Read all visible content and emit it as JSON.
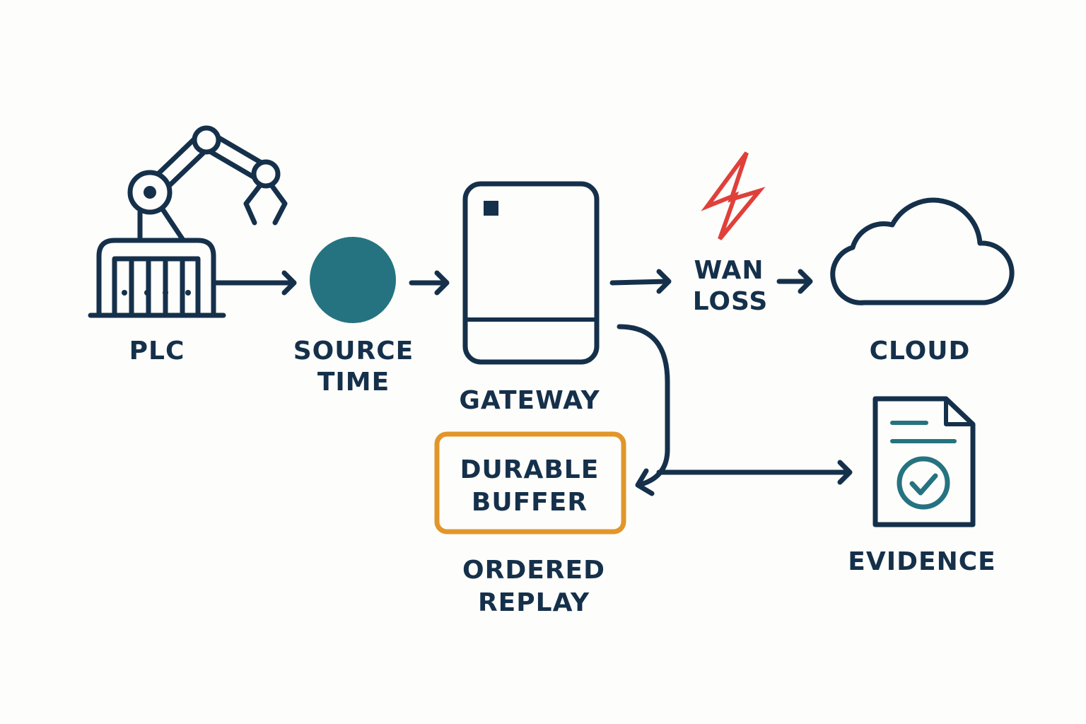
{
  "colors": {
    "ink": "#15304a",
    "teal": "#257380",
    "alert": "#e0403a",
    "buffer": "#e2962a"
  },
  "nodes": {
    "plc": {
      "label": "PLC",
      "icon": "robot-arm-plc-icon"
    },
    "source_time": {
      "line1": "SOURCE",
      "line2": "TIME",
      "icon": "timestamp-dot-icon"
    },
    "gateway": {
      "label": "GATEWAY",
      "icon": "gateway-device-icon"
    },
    "wan_loss": {
      "line1": "WAN",
      "line2": "LOSS",
      "icon": "lightning-bolt-icon"
    },
    "cloud": {
      "label": "CLOUD",
      "icon": "cloud-icon"
    },
    "durable_buffer": {
      "line1": "DURABLE",
      "line2": "BUFFER"
    },
    "ordered_replay": {
      "line1": "ORDERED",
      "line2": "REPLAY"
    },
    "evidence": {
      "label": "EVIDENCE",
      "icon": "evidence-document-check-icon"
    }
  }
}
